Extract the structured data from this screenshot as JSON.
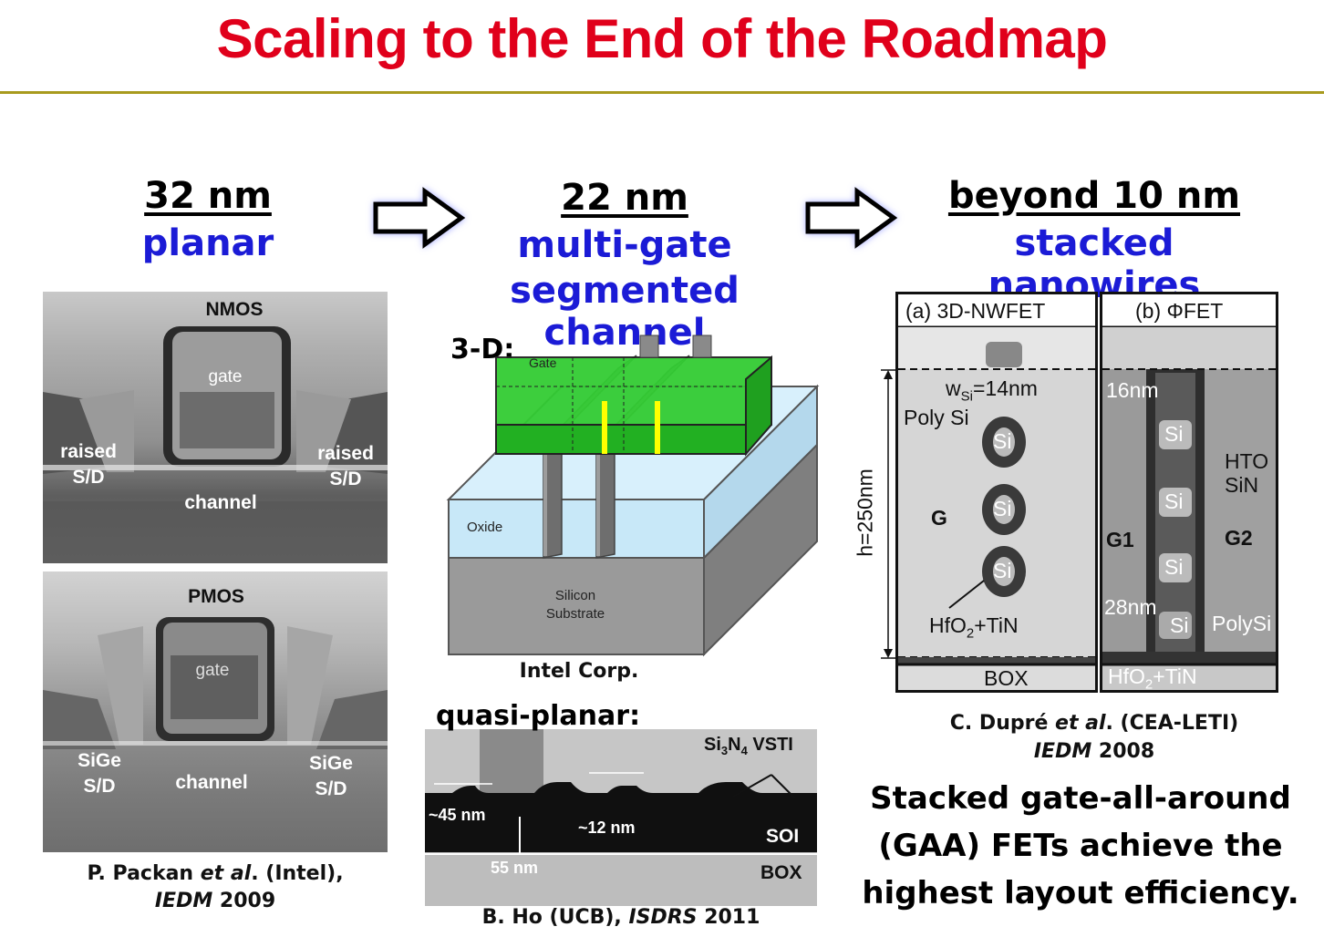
{
  "title": "Scaling to the End of the Roadmap",
  "columns": {
    "col1": {
      "node": "32 nm",
      "type": "planar"
    },
    "col2": {
      "node": "22 nm",
      "type_line1": "multi-gate",
      "type_line2": "segmented channel"
    },
    "col3": {
      "node": "beyond 10 nm",
      "type": "stacked nanowires"
    }
  },
  "planar": {
    "nmos": {
      "label": "NMOS",
      "gate": "gate",
      "raised": "raised",
      "sd": "S/D",
      "channel": "channel"
    },
    "pmos": {
      "label": "PMOS",
      "gate": "gate",
      "sige": "SiGe",
      "sd": "S/D",
      "channel": "channel"
    },
    "citation_author": "P. Packan ",
    "citation_etal": "et al",
    "citation_rest": ". (Intel),",
    "citation_venue": "IEDM",
    "citation_year": " 2009"
  },
  "finfet": {
    "label_3d": "3-D:",
    "gate": "Gate",
    "oxide": "Oxide",
    "substrate_l1": "Silicon",
    "substrate_l2": "Substrate",
    "credit": "Intel Corp.",
    "colors": {
      "gate": "#22cc22",
      "oxide": "#c8e8f8",
      "substrate": "#999999",
      "fin": "#888888"
    }
  },
  "quasi": {
    "label": "quasi-planar:",
    "vsti_pre": "Si",
    "vsti_sub1": "3",
    "vsti_mid": "N",
    "vsti_sub2": "4",
    "vsti_post": " VSTI",
    "dim_45": "~45 nm",
    "dim_12": "~12 nm",
    "dim_55": "55 nm",
    "soi": "SOI",
    "box": "BOX",
    "citation_author": "B. Ho (UCB), ",
    "citation_venue": "ISDRS",
    "citation_year": " 2011"
  },
  "nanowire": {
    "panel_a": {
      "title": "(a) 3D-NWFET",
      "w_pre": "w",
      "w_sub": "Si",
      "w_post": "=14nm",
      "poly": "Poly Si",
      "si": "Si",
      "g": "G",
      "hfo_pre": "HfO",
      "hfo_sub": "2",
      "hfo_post": "+TiN",
      "box": "BOX",
      "height": "h=250nm"
    },
    "panel_b": {
      "title": "(b) ΦFET",
      "d16": "16nm",
      "hto": "HTO",
      "sin": "SiN",
      "si": "Si",
      "g1": "G1",
      "g2": "G2",
      "d28": "28nm",
      "polysi": "PolySi",
      "hfo_pre": "HfO",
      "hfo_sub": "2",
      "hfo_post": "+TiN"
    },
    "citation_author": "C. Dupré ",
    "citation_etal": "et al",
    "citation_rest": ". (CEA-LETI)",
    "citation_venue": "IEDM",
    "citation_year": " 2008"
  },
  "conclusion": {
    "line1": "Stacked gate-all-around",
    "line2": "(GAA) FETs achieve the",
    "line3": "highest layout efficiency."
  },
  "icons": [
    "right-arrow-icon",
    "right-arrow-icon"
  ],
  "accent_colors": {
    "title": "#e0001b",
    "subtitle": "#1b1bd6",
    "rule": "#a89a1e"
  }
}
